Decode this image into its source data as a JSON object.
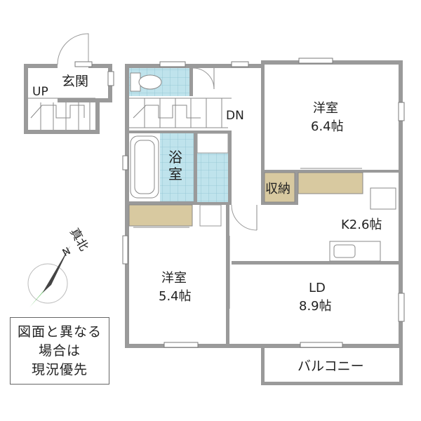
{
  "rooms": {
    "genkan": "玄関",
    "up": "UP",
    "dn": "DN",
    "yoshitsu1_name": "洋室",
    "yoshitsu1_size": "6.4帖",
    "bath_char1": "浴",
    "bath_char2": "室",
    "storage": "収納",
    "kitchen": "K2.6帖",
    "yoshitsu2_name": "洋室",
    "yoshitsu2_size": "5.4帖",
    "ld_name": "LD",
    "ld_size": "8.9帖",
    "balcony": "バルコニー"
  },
  "compass": {
    "label": "真北",
    "north": "N"
  },
  "note": {
    "lines": [
      "図面と異なる",
      "場合は",
      "現況優先"
    ]
  },
  "colors": {
    "wall": "#9a9a9a",
    "tile": "#bfe3ec",
    "storage_fill": "#d8c9a0",
    "floor": "#ffffff"
  }
}
